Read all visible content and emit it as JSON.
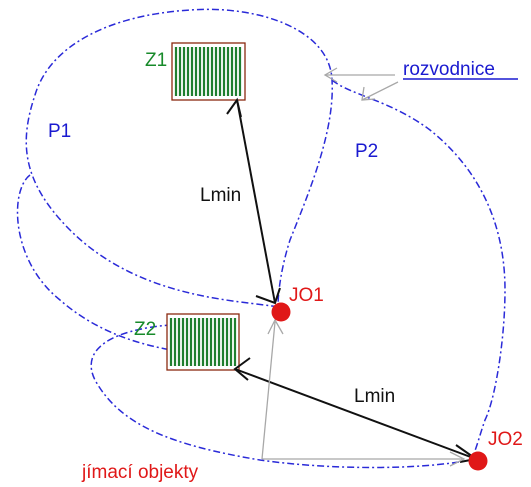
{
  "labels": {
    "rozvodnice": "rozvodnice",
    "p1": "P1",
    "p2": "P2",
    "z1": "Z1",
    "z2": "Z2",
    "jo1": "JO1",
    "jo2": "JO2",
    "lmin_top": "Lmin",
    "lmin_bottom": "Lmin",
    "jimaci_objekty": "jímací objekty"
  },
  "colors": {
    "boundary": "#2a2ad8",
    "zone_hatch": "#1f7f2f",
    "zone_border": "#8a2a10",
    "capture_point": "#e01818",
    "distance_line": "#111111",
    "pointer_line": "#a8a8a8"
  }
}
